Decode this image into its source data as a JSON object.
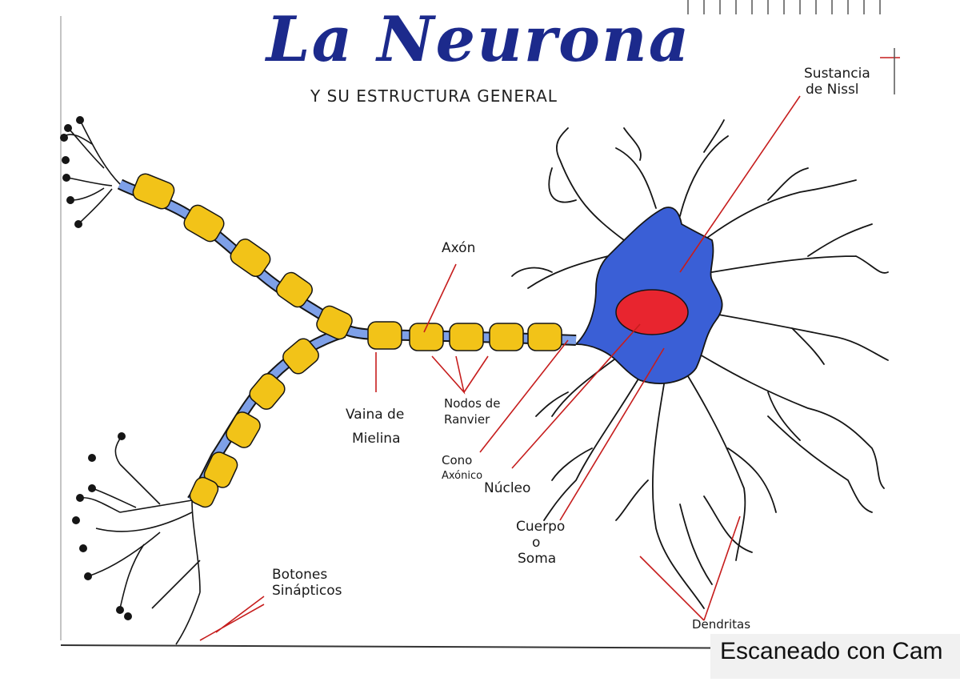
{
  "title": "La Neurona",
  "subtitle": "Y SU ESTRUCTURA GENERAL",
  "labels": {
    "sustancia_line1": "Sustancia",
    "sustancia_line2": "de Nissl",
    "axon": "Axón",
    "vaina_line1": "Vaina de",
    "vaina_line2": "Mielina",
    "nodos_line1": "Nodos de",
    "nodos_line2": "Ranvier",
    "cono_line1": "Cono",
    "cono_line2": "Axónico",
    "nucleo": "Núcleo",
    "cuerpo_line1": "Cuerpo",
    "cuerpo_line2": "o",
    "cuerpo_line3": "Soma",
    "botones_line1": "Botones",
    "botones_line2": "Sinápticos",
    "dendritas": "Dendritas"
  },
  "footer": "Escaneado con Cam",
  "colors": {
    "soma": "#3a5fd6",
    "nucleus": "#e8252f",
    "myelin": "#f2c318",
    "axon": "#7ea0e8",
    "pointer": "#c61d1d",
    "ink": "#151515"
  }
}
